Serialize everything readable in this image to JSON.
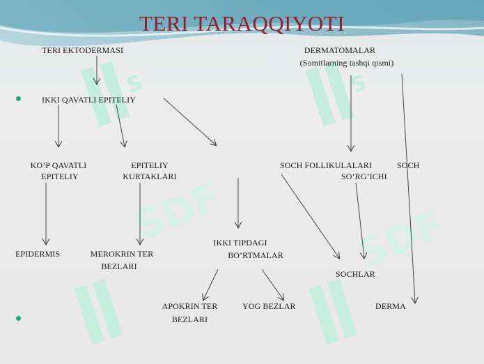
{
  "title": "TERI TARAQQIYOTI",
  "nodes": {
    "teri_ektodermasi": "TERI EKTODERMASI",
    "dermatomalar": "DERMATOMALAR",
    "dermatomalar_sub": "(Somitlarning tashqi qismi)",
    "ikki_qavatli": "IKKI QAVATLI EPITELIY",
    "kop_qavatli_1": "KO’P QAVATLI",
    "kop_qavatli_2": "EPITELIY",
    "epiteliy_kurt_1": "EPITELIY",
    "epiteliy_kurt_2": "KURTAKLARI",
    "soch_follikul": "SOCH FOLLIKULALARI",
    "soch": "SOCH",
    "sorgichi": "SO’RG’ICHI",
    "epidermis": "EPIDERMIS",
    "merokrin_1": "MEROKRIN TER",
    "merokrin_2": "BEZLARI",
    "ikki_tipdagi_1": "IKKI TIPDAGI",
    "ikki_tipdagi_2": "BO’RTMALAR",
    "sochlar": "SOCHLAR",
    "apokrin_1": "APOKRIN TER",
    "apokrin_2": "BEZLARI",
    "yog_bezlar": "YOG BEZLAR",
    "derma": "DERMA"
  },
  "colors": {
    "title": "#8f1d2c",
    "bullet": "#20a878",
    "watermark": "#9fe3c4"
  },
  "icons": {
    "bullet": "round-bullet",
    "watermark": "dollar-logo-watermark"
  }
}
